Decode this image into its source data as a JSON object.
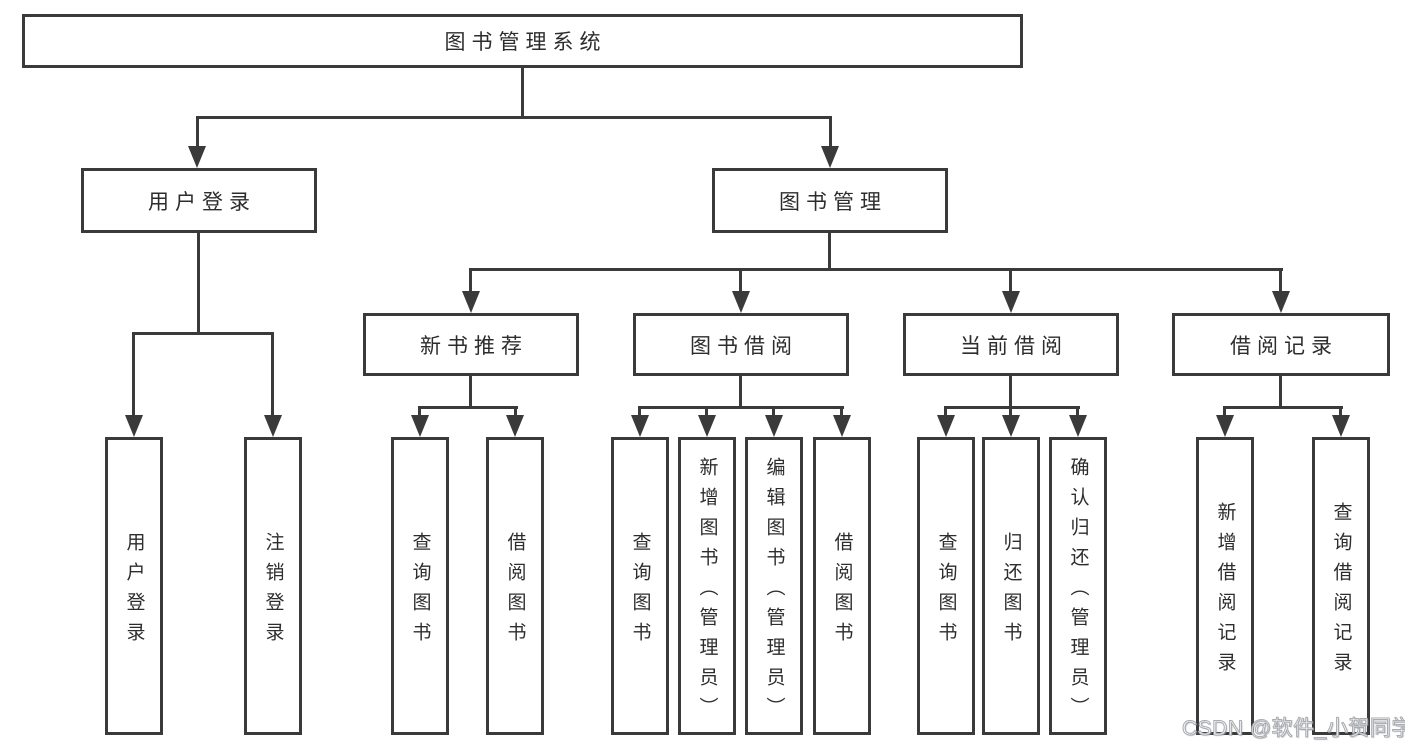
{
  "colors": {
    "line_and_border": "#3a3a3a",
    "node_text": "#2d2d2d",
    "background": "#ffffff",
    "watermark_outline": "#a8acb1",
    "watermark_fill": "#ffffff"
  },
  "nodes": {
    "root": {
      "label": "图书管理系统"
    },
    "user_login": {
      "label": "用户登录"
    },
    "book_mgmt": {
      "label": "图书管理"
    },
    "new_book_rec": {
      "label": "新书推荐"
    },
    "book_borrow": {
      "label": "图书借阅"
    },
    "current_borrow": {
      "label": "当前借阅"
    },
    "borrow_records": {
      "label": "借阅记录"
    },
    "leaf_user_login": {
      "label": "用户登录"
    },
    "leaf_logout": {
      "label": "注销登录"
    },
    "leaf_rec_query_books": {
      "label": "查询图书"
    },
    "leaf_rec_borrow_books": {
      "label": "借阅图书"
    },
    "leaf_bb_query_books": {
      "label": "查询图书"
    },
    "leaf_bb_add_books": {
      "label": "新增图书（管理员）"
    },
    "leaf_bb_edit_books": {
      "label": "编辑图书（管理员）"
    },
    "leaf_bb_borrow_books": {
      "label": "借阅图书"
    },
    "leaf_cb_query_books": {
      "label": "查询图书"
    },
    "leaf_cb_return_books": {
      "label": "归还图书"
    },
    "leaf_cb_confirm_return": {
      "label": "确认归还（管理员）"
    },
    "leaf_br_add_record": {
      "label": "新增借阅记录"
    },
    "leaf_br_query_record": {
      "label": "查询借阅记录"
    }
  },
  "hierarchy": {
    "图书管理系统": {
      "用户登录": [
        "用户登录",
        "注销登录"
      ],
      "图书管理": {
        "新书推荐": [
          "查询图书",
          "借阅图书"
        ],
        "图书借阅": [
          "查询图书",
          "新增图书（管理员）",
          "编辑图书（管理员）",
          "借阅图书"
        ],
        "当前借阅": [
          "查询图书",
          "归还图书",
          "确认归还（管理员）"
        ],
        "借阅记录": [
          "新增借阅记录",
          "查询借阅记录"
        ]
      }
    }
  },
  "watermark": {
    "text": "CSDN @软件_小贺同学"
  }
}
